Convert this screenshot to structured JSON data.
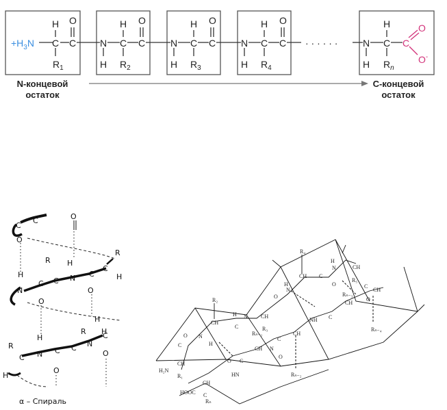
{
  "chain": {
    "n_label_1": "N-концевой",
    "n_label_2": "остаток",
    "c_label_1": "C-концевой",
    "c_label_2": "остаток",
    "n_terminus": "+H",
    "n_terminus_sub": "3",
    "n_terminus_n": "N",
    "dots": "· · · · · ·",
    "residues": [
      {
        "r": "R",
        "sub": "1"
      },
      {
        "r": "R",
        "sub": "2"
      },
      {
        "r": "R",
        "sub": "3"
      },
      {
        "r": "R",
        "sub": "4"
      },
      {
        "r": "R",
        "sub": "n"
      }
    ],
    "carboxylate_o": "O",
    "carboxylate_minus": "-",
    "colors": {
      "blue": "#3a8ee0",
      "magenta": "#d2327a",
      "box": "#555555",
      "arrow": "#777777"
    }
  },
  "helix": {
    "caption": "α – Спираль"
  },
  "sheet": {
    "labels": {
      "r4": "R₄",
      "r5": "R₅",
      "r2": "R₂",
      "r3": "R₃",
      "rn1": "Rₙ₋₁",
      "rn3": "Rₙ₋₃",
      "rn4": "Rₙ₋₄",
      "rn2": "Rₙ₋₂",
      "r1": "R₁",
      "rn": "Rₙ",
      "h2n": "H₂N",
      "hooc": "HOOC",
      "ch": "CH",
      "c": "C",
      "nh": "NH",
      "hn": "HN",
      "n": "N",
      "h": "H",
      "o": "O"
    }
  }
}
